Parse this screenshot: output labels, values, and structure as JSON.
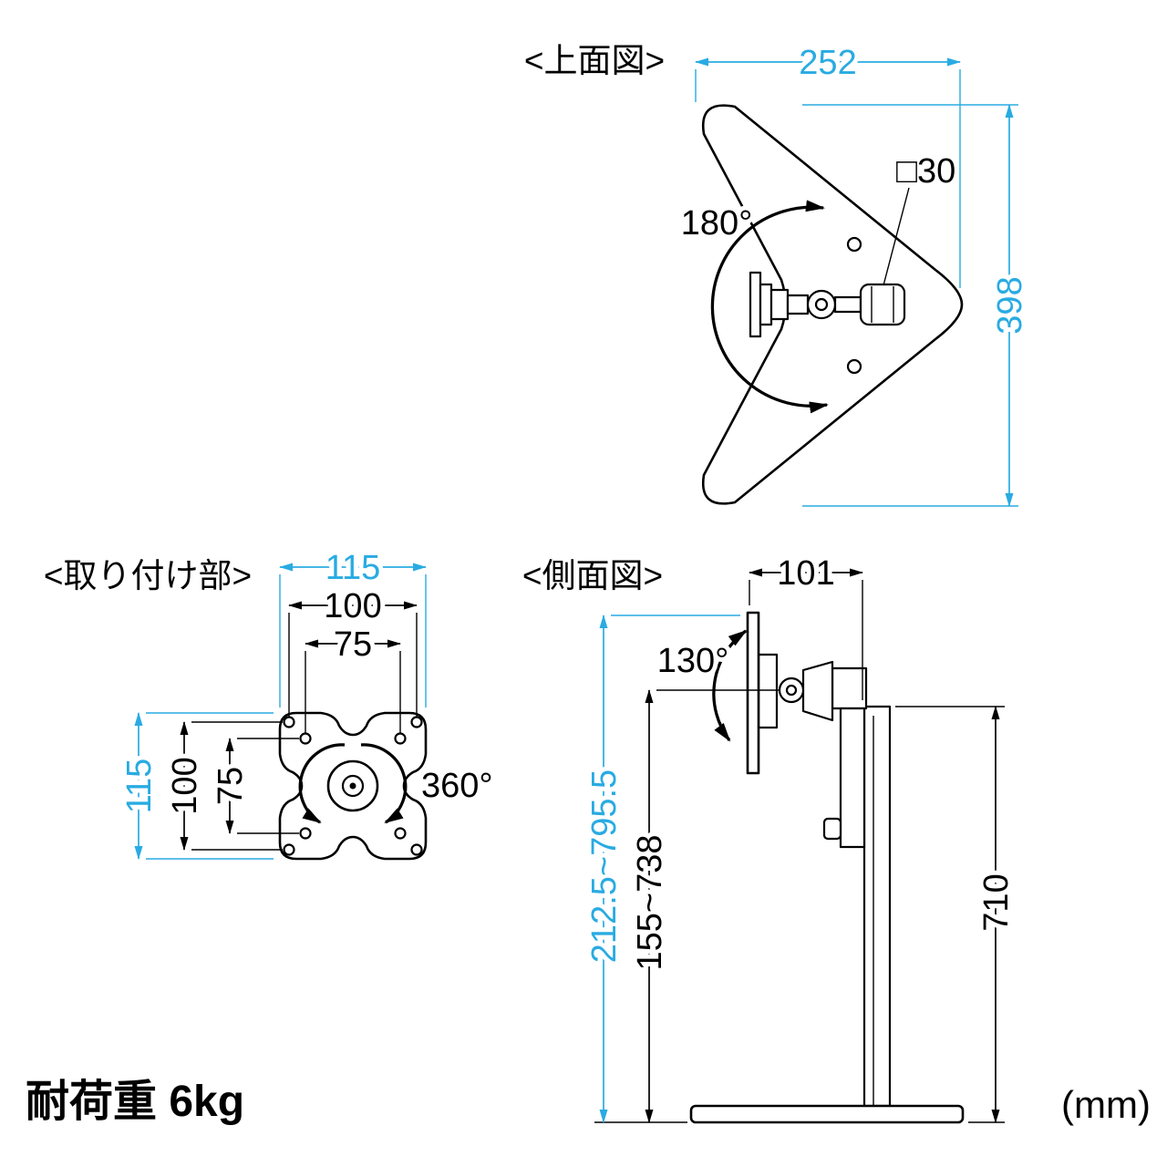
{
  "colors": {
    "accent": "#29abe2",
    "line": "#000000"
  },
  "top_view": {
    "title": "<上面図>",
    "width": "252",
    "depth": "398",
    "pole_square": "□30",
    "swivel_angle": "180°"
  },
  "mount_view": {
    "title": "<取り付け部>",
    "width_outer": "115",
    "width_100": "100",
    "width_75": "75",
    "height_outer": "115",
    "height_100": "100",
    "height_75": "75",
    "rotation_angle": "360°"
  },
  "side_view": {
    "title": "<側面図>",
    "depth": "101",
    "tilt_angle": "130°",
    "height_screen_top": "212.5~795.5",
    "height_vesa_center": "155~738",
    "pole_height": "710"
  },
  "footer": {
    "load_capacity": "耐荷重 6kg",
    "unit": "(mm)"
  }
}
